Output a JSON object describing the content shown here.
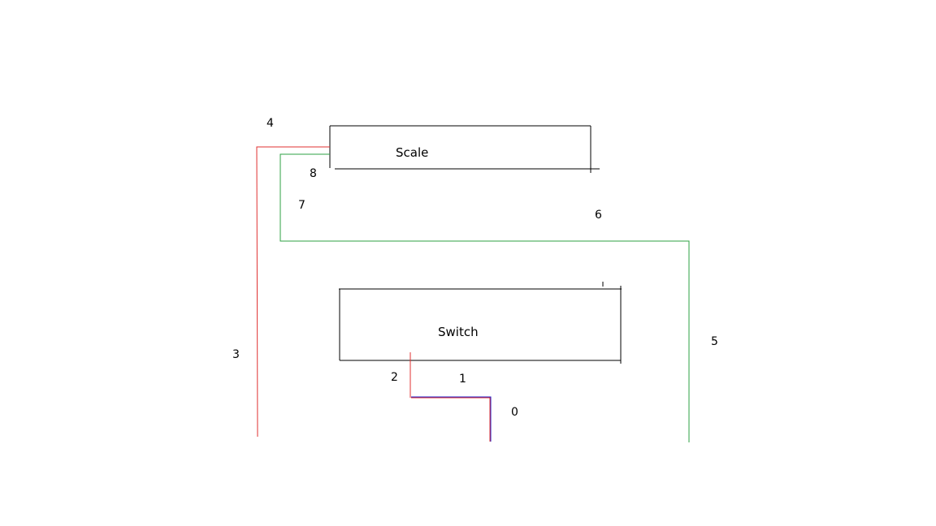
{
  "colors": {
    "background": "#ffffff",
    "box_outline": "#000000",
    "red_wire": "#e03030",
    "green_wire": "#2ea043",
    "blue_wire": "#2222cc"
  },
  "boxes": {
    "scale": "Scale",
    "switch": "Switch"
  },
  "labels": {
    "n0": "0",
    "n1": "1",
    "n2": "2",
    "n3": "3",
    "n4": "4",
    "n5": "5",
    "n6": "6",
    "n7": "7",
    "n8": "8"
  }
}
